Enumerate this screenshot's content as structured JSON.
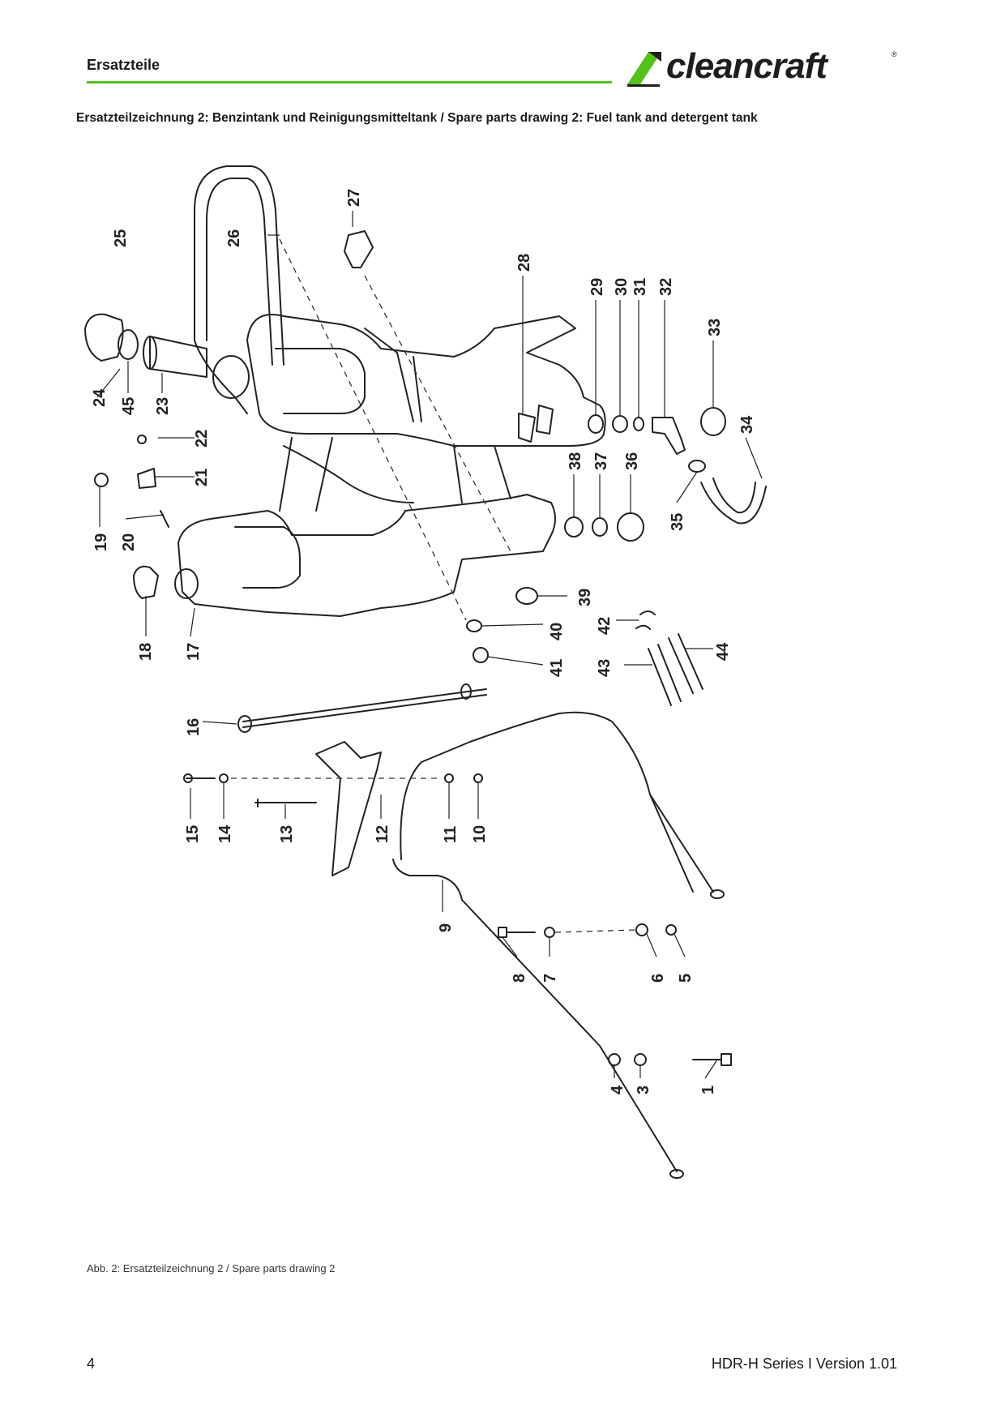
{
  "header": {
    "section": "Ersatzteile",
    "brand": "cleancraft",
    "brand_mark": "®",
    "accent_color": "#55c21b"
  },
  "subtitle": "Ersatzteilzeichnung 2: Benzintank und Reinigungsmitteltank / Spare parts drawing 2: Fuel tank and detergent tank",
  "drawing": {
    "labels": [
      "1",
      "3",
      "4",
      "5",
      "6",
      "7",
      "8",
      "9",
      "10",
      "11",
      "12",
      "13",
      "14",
      "15",
      "16",
      "17",
      "18",
      "19",
      "20",
      "21",
      "22",
      "23",
      "24",
      "25",
      "26",
      "27",
      "28",
      "29",
      "30",
      "31",
      "32",
      "33",
      "34",
      "35",
      "36",
      "37",
      "38",
      "39",
      "40",
      "41",
      "42",
      "43",
      "44",
      "45"
    ]
  },
  "caption": "Abb. 2: Ersatzteilzeichnung 2 / Spare parts drawing 2",
  "footer": {
    "page": "4",
    "series": "HDR-H Series I Version 1.01"
  }
}
